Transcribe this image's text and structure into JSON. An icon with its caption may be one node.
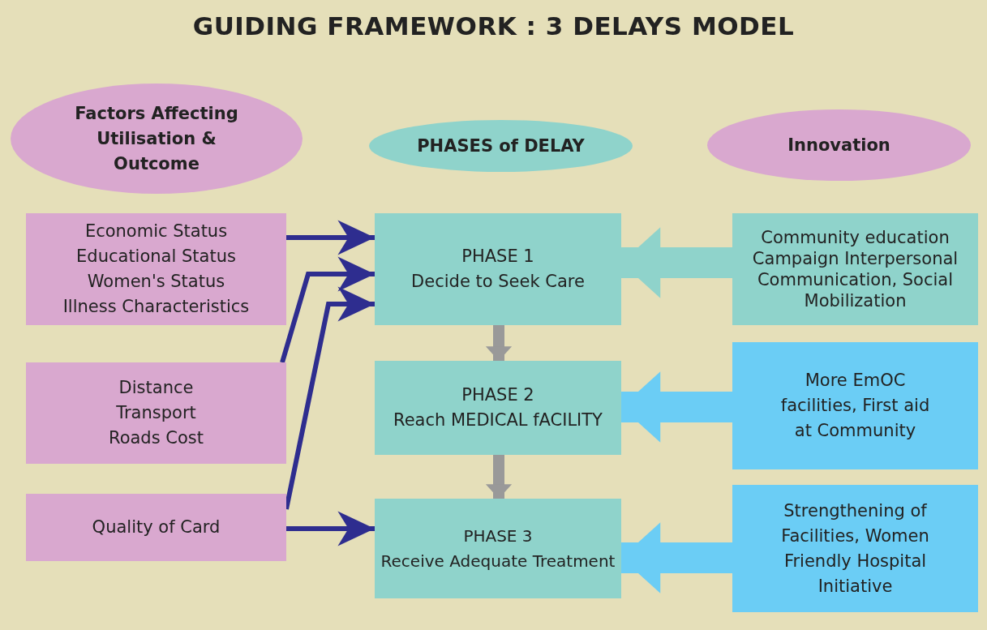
{
  "diagram": {
    "title": "GUIDING FRAMEWORK : 3 DELAYS MODEL",
    "nodes": [
      {
        "text": [
          "Factors Affecting Utilisation & Outcome"
        ]
      },
      {
        "text": [
          "PHASES of DELAY"
        ]
      },
      {
        "text": [
          "Innovation"
        ]
      },
      {
        "text": [
          "Economic Status",
          "Educational Status",
          "Women's Status",
          "Illness Characteristics"
        ]
      },
      {
        "text": [
          "PHASE 1",
          "Decide to Seek Care"
        ]
      },
      {
        "text": [
          "Community education Campaign Interpersonal Communication, Social Mobilization"
        ]
      },
      {
        "text": [
          "Distance",
          "Transport",
          "Roads Cost"
        ]
      },
      {
        "text": [
          "PHASE 2",
          "Reach MEDICAL fACILITY"
        ]
      },
      {
        "text": [
          "More EmOC facilities, First aid at Community"
        ]
      },
      {
        "text": [
          "Quality of Card"
        ]
      },
      {
        "text": [
          "PHASE 3",
          "Receive Adequate Treatment"
        ]
      },
      {
        "text": [
          "Strengthening of Facilities, Women Friendly Hospital Initiative"
        ]
      }
    ],
    "edges": [
      {
        "from": 3,
        "to": 4,
        "arrow": "to"
      },
      {
        "from": 6,
        "to": 4,
        "arrow": "to"
      },
      {
        "from": 9,
        "to": 4,
        "arrow": "to"
      },
      {
        "from": 9,
        "to": 10,
        "arrow": "to"
      },
      {
        "from": 4,
        "to": 7,
        "arrow": "to",
        "color": "#999999"
      },
      {
        "from": 7,
        "to": 10,
        "arrow": "to",
        "color": "#999999"
      },
      {
        "from": 5,
        "to": 4,
        "arrow": "to",
        "style": "thick",
        "color": "#8fd3cb"
      },
      {
        "from": 8,
        "to": 7,
        "arrow": "to",
        "style": "thick",
        "color": "#6bcdf5"
      },
      {
        "from": 11,
        "to": 10,
        "arrow": "to",
        "style": "thick",
        "color": "#6bcdf5"
      }
    ]
  }
}
